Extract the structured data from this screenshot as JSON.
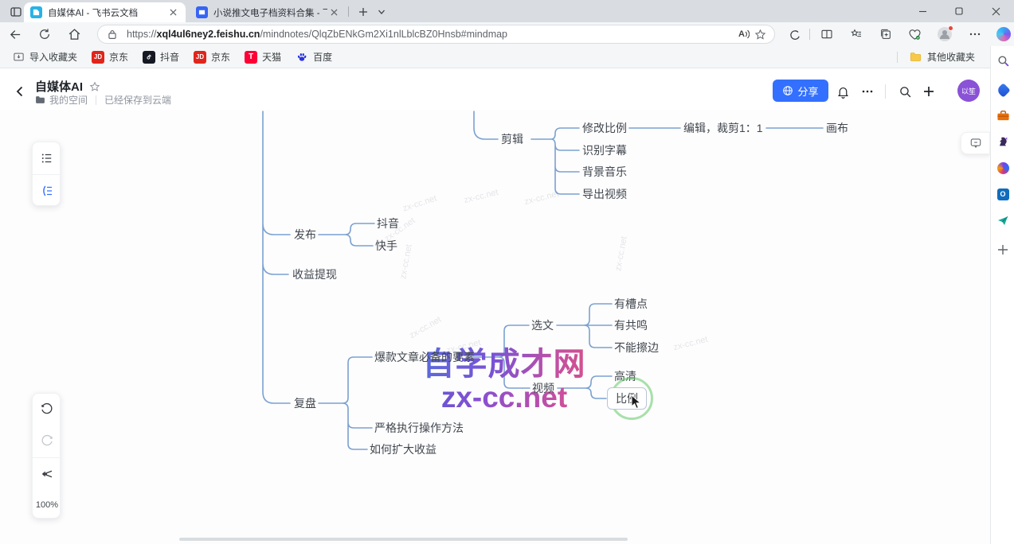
{
  "browser": {
    "tabs": [
      {
        "title": "自媒体AI - 飞书云文档"
      },
      {
        "title": "小说推文电子档资料合集 - 飞书"
      }
    ],
    "address": {
      "prefix": "https://",
      "domain": "xql4ul6ney2.feishu.cn",
      "path": "/mindnotes/QlqZbENkGm2Xi1nlLblcBZ0Hnsb#mindmap"
    },
    "glyphs": {
      "jd": "JD",
      "tmall": "T",
      "outlook": "O",
      "read_aloud": "A"
    },
    "bookmarks": {
      "items": [
        {
          "label": "导入收藏夹"
        },
        {
          "label": "京东"
        },
        {
          "label": "抖音"
        },
        {
          "label": "京东"
        },
        {
          "label": "天猫"
        },
        {
          "label": "百度"
        }
      ],
      "other": "其他收藏夹"
    }
  },
  "app_header": {
    "title": "自媒体AI",
    "location": "我的空间",
    "save_status": "已经保存到云端",
    "share_label": "分享",
    "avatar_text": "以笙"
  },
  "canvas": {
    "zoom_level": "100%",
    "watermark": {
      "line1": "自学成才网",
      "line2": "zx-cc.net",
      "tile": "zx-cc.net"
    },
    "mindmap": {
      "branches": [
        {
          "label": "剪辑",
          "children": [
            {
              "label": "修改比例",
              "children": [
                {
                  "label": "编辑，裁剪1：1",
                  "children": [
                    {
                      "label": "画布"
                    }
                  ]
                }
              ]
            },
            {
              "label": "识别字幕"
            },
            {
              "label": "背景音乐"
            },
            {
              "label": "导出视频"
            }
          ]
        },
        {
          "label": "发布",
          "children": [
            {
              "label": "抖音"
            },
            {
              "label": "快手"
            }
          ]
        },
        {
          "label": "收益提现"
        },
        {
          "label": "复盘",
          "children": [
            {
              "label": "爆款文章必备的要素",
              "children": [
                {
                  "label": "选文",
                  "children": [
                    {
                      "label": "有槽点"
                    },
                    {
                      "label": "有共鸣"
                    },
                    {
                      "label": "不能擦边"
                    }
                  ]
                },
                {
                  "label": "视频",
                  "children": [
                    {
                      "label": "高清"
                    },
                    {
                      "label": "比例",
                      "selected": true
                    }
                  ]
                }
              ]
            },
            {
              "label": "严格执行操作方法"
            },
            {
              "label": "如何扩大收益"
            }
          ]
        }
      ]
    }
  },
  "colors": {
    "feishu_blue": "#3370ff",
    "connector": "#7ba1d0",
    "highlight_ring": "#62c862"
  }
}
